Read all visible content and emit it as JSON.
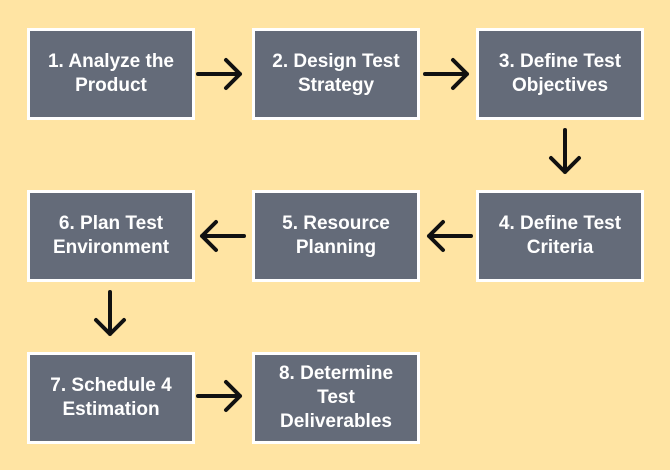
{
  "diagram": {
    "steps": [
      {
        "label": "1. Analyze the Product"
      },
      {
        "label": "2. Design Test Strategy"
      },
      {
        "label": "3. Define Test Objectives"
      },
      {
        "label": "4. Define Test Criteria"
      },
      {
        "label": "5. Resource Planning"
      },
      {
        "label": "6. Plan Test Environment"
      },
      {
        "label": "7. Schedule 4 Estimation"
      },
      {
        "label": "8. Determine Test Deliverables"
      }
    ],
    "colors": {
      "background": "#ffe4a3",
      "box_fill": "#646b79",
      "box_border": "#ffffff",
      "arrow": "#111111"
    }
  }
}
